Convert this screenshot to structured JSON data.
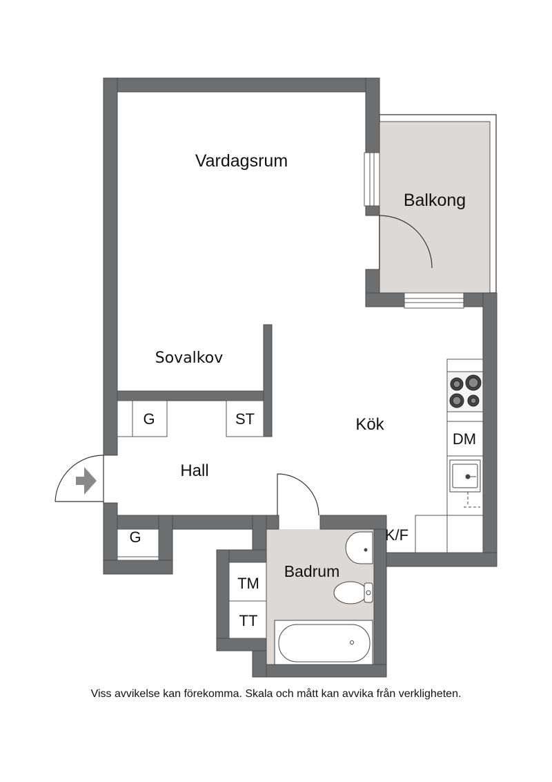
{
  "rooms": {
    "vardagsrum": "Vardagsrum",
    "balkong": "Balkong",
    "sovalkov": "Sovalkov",
    "kok": "Kök",
    "hall": "Hall",
    "badrum": "Badrum"
  },
  "fixtures": {
    "g_hall_top": "G",
    "st": "ST",
    "dm": "DM",
    "g_hall_bottom": "G",
    "kf": "K/F",
    "tm": "TM",
    "tt": "TT"
  },
  "disclaimer": "Viss avvikelse kan förekomma. Skala och mått kan avvika från verkligheten.",
  "colors": {
    "wall": "#6d6e70",
    "wall_edge": "#4a4a4a",
    "wet_floor": "#ddd9d6",
    "balcony_floor": "#ddd9d6",
    "entrance_arrow": "#8a8a8a"
  }
}
